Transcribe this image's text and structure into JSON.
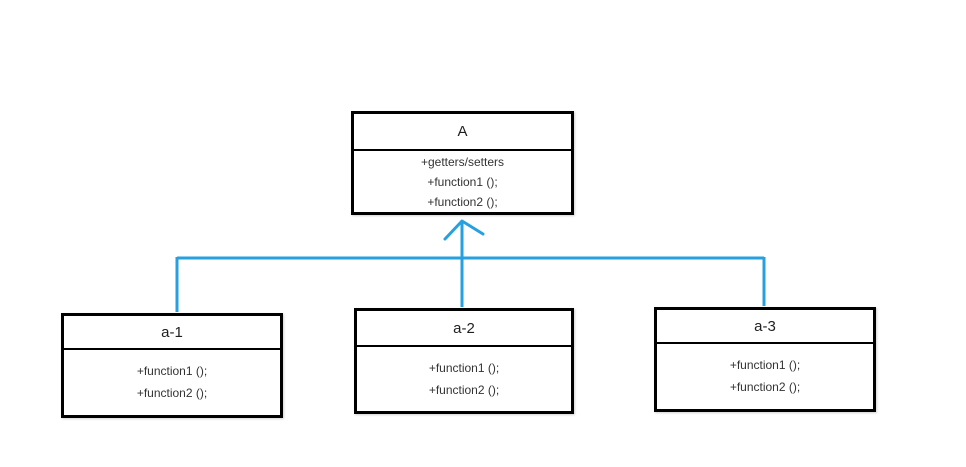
{
  "diagram": {
    "type": "uml-class-inheritance",
    "parent": {
      "name": "A",
      "members": [
        "+getters/setters",
        "+function1 ();",
        "+function2 ();"
      ]
    },
    "children": [
      {
        "name": "a-1",
        "members": [
          "+function1 ();",
          "+function2 ();"
        ]
      },
      {
        "name": "a-2",
        "members": [
          "+function1 ();",
          "+function2 ();"
        ]
      },
      {
        "name": "a-3",
        "members": [
          "+function1 ();",
          "+function2 ();"
        ]
      }
    ],
    "relationships": [
      {
        "from": "a-1",
        "to": "A",
        "type": "inheritance"
      },
      {
        "from": "a-2",
        "to": "A",
        "type": "inheritance"
      },
      {
        "from": "a-3",
        "to": "A",
        "type": "inheritance"
      }
    ]
  },
  "colors": {
    "connector": "#27a0df",
    "border": "#000000",
    "text": "#1f1f1f",
    "member-text": "#333333",
    "background": "#ffffff"
  }
}
